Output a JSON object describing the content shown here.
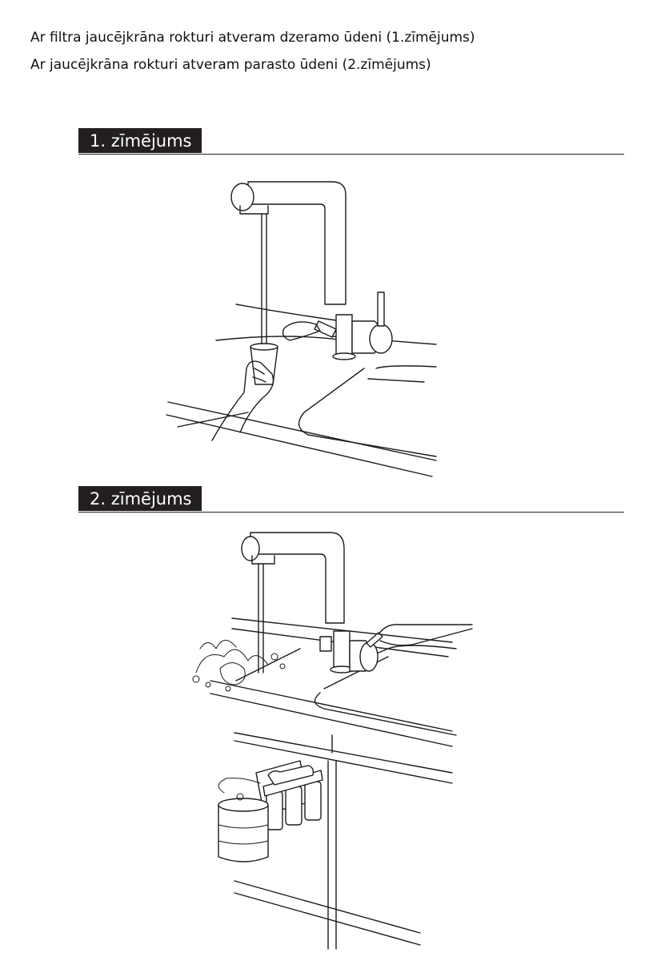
{
  "intro": {
    "line1": "Ar filtra jaucējkrāna rokturi atveram dzeramo ūdeni (1.zīmējums)",
    "line2": "Ar jaucējkrāna rokturi atveram parasto ūdeni (2.zīmējums)"
  },
  "sections": [
    {
      "label": "1. zīmējums",
      "illustration": "faucet-filtered-water-glass"
    },
    {
      "label": "2. zīmējums",
      "illustration": "faucet-regular-water-vegetables-filter-system"
    }
  ]
}
